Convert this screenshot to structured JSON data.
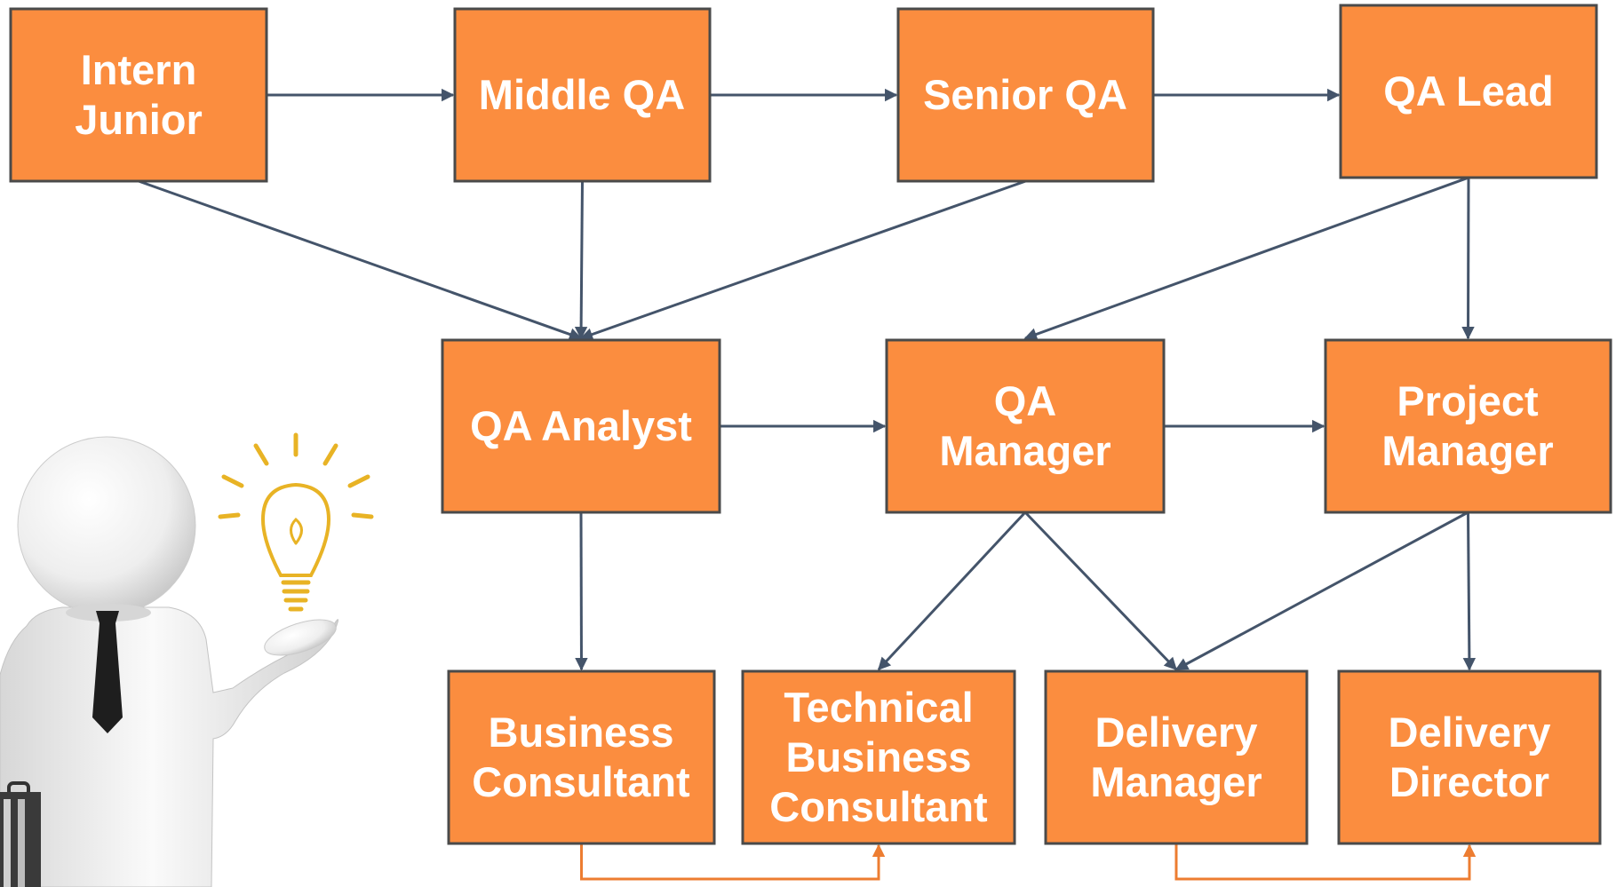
{
  "diagram": {
    "nodes": {
      "intern_junior": [
        "Intern",
        "Junior"
      ],
      "middle_qa": [
        "Middle QA"
      ],
      "senior_qa": [
        "Senior QA"
      ],
      "qa_lead": [
        "QA Lead"
      ],
      "qa_analyst": [
        "QA Analyst"
      ],
      "qa_manager": [
        "QA",
        "Manager"
      ],
      "project_manager": [
        "Project",
        "Manager"
      ],
      "business_consultant": [
        "Business",
        "Consultant"
      ],
      "technical_business_consultant": [
        "Technical",
        "Business",
        "Consultant"
      ],
      "delivery_manager": [
        "Delivery",
        "Manager"
      ],
      "delivery_director": [
        "Delivery",
        "Director"
      ]
    },
    "edges": [
      {
        "from": "intern_junior",
        "to": "middle_qa"
      },
      {
        "from": "middle_qa",
        "to": "senior_qa"
      },
      {
        "from": "senior_qa",
        "to": "qa_lead"
      },
      {
        "from": "intern_junior",
        "to": "qa_analyst"
      },
      {
        "from": "middle_qa",
        "to": "qa_analyst"
      },
      {
        "from": "senior_qa",
        "to": "qa_analyst"
      },
      {
        "from": "qa_lead",
        "to": "qa_manager"
      },
      {
        "from": "qa_lead",
        "to": "project_manager"
      },
      {
        "from": "qa_analyst",
        "to": "qa_manager"
      },
      {
        "from": "qa_manager",
        "to": "project_manager"
      },
      {
        "from": "qa_analyst",
        "to": "business_consultant"
      },
      {
        "from": "qa_manager",
        "to": "technical_business_consultant"
      },
      {
        "from": "qa_manager",
        "to": "delivery_manager"
      },
      {
        "from": "project_manager",
        "to": "delivery_manager"
      },
      {
        "from": "project_manager",
        "to": "delivery_director"
      },
      {
        "from": "business_consultant",
        "to": "technical_business_consultant",
        "style": "alt"
      },
      {
        "from": "delivery_manager",
        "to": "delivery_director",
        "style": "alt"
      }
    ],
    "colors": {
      "box_fill": "#fb8d3f",
      "box_border": "#4a4a4a",
      "box_text": "#ffffff",
      "edge": "#44546a",
      "edge_alt": "#ed7d31",
      "bulb": "#e8b325"
    },
    "illustration": {
      "person": "3d-businessman-figure",
      "accessories": [
        "tie",
        "briefcase"
      ],
      "icon": "lightbulb-icon"
    }
  }
}
